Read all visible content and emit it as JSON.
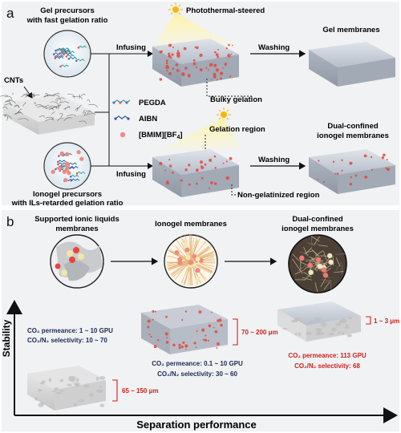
{
  "panel_a": {
    "letter": "a",
    "gel_precursors_1": "Gel precursors",
    "gel_precursors_2": "with fast gelation ratio",
    "photothermal": "Photothermal-steered",
    "gel_membranes": "Gel membranes",
    "cnts": "CNTs",
    "infusing_top": "Infusing",
    "washing_top": "Washing",
    "bulky_gelation": "Bulky gelation",
    "legend_pegda": "PEGDA",
    "legend_aibn": "AIBN",
    "legend_il_main": "[BMIM][BF",
    "legend_il_sub": "4",
    "legend_il_end": "]",
    "gelation_region": "Gelation region",
    "dual_confined_1": "Dual-confined",
    "dual_confined_2": "ionogel membranes",
    "infusing_bottom": "Infusing",
    "washing_bottom": "Washing",
    "ionogel_precursors_1": "Ionogel precursors",
    "ionogel_precursors_2": "with ILs-retarded gelation ratio",
    "non_gel_region": "Non-gelatinized region"
  },
  "panel_b": {
    "letter": "b",
    "silm_1": "Supported ionic liquids",
    "silm_2": "membranes",
    "ionogel_title": "Ionogel membranes",
    "dual_1": "Dual-confined",
    "dual_2": "ionogel membranes",
    "y_axis": "Stability",
    "x_axis": "Separation performance",
    "silm_perm": "CO₂ permeance: 1 ~ 10 GPU",
    "silm_sel": "CO₂/N₂ selectivity: 10 ~ 70",
    "silm_thick": "65 ~ 150 μm",
    "ionogel_perm": "CO₂ permeance: 0.1 ~ 10 GPU",
    "ionogel_sel": "CO₂/N₂ selectivity: 30 ~ 60",
    "ionogel_thick": "70 ~ 200 μm",
    "dual_perm": "CO₂ permeance: 113 GPU",
    "dual_sel": "CO₂/N₂ selectivity: 68",
    "dual_thick": "1 ~ 3 μm"
  },
  "colors": {
    "red_text": "#d0201c",
    "navy_text": "#1a2a55",
    "membrane_gray": "#b8bfc8",
    "sponge_gray": "#dcdcdc",
    "red_dot": "#e8453c"
  }
}
